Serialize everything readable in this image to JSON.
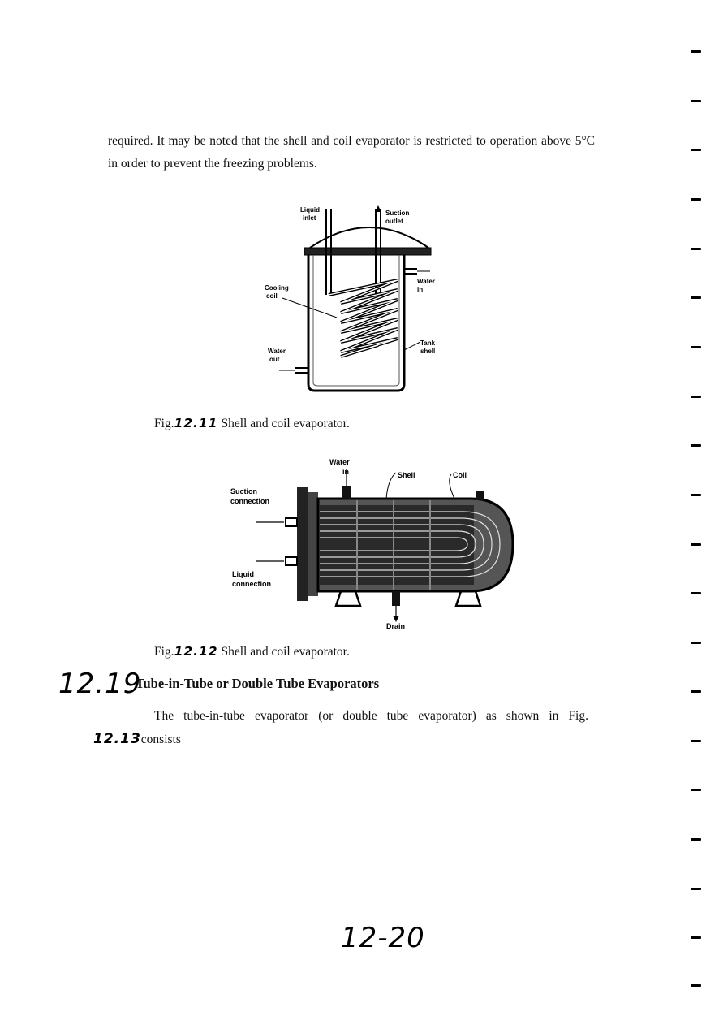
{
  "page": {
    "intro_paragraph": "required. It may be noted that the shell and coil evaporator is restricted to operation above 5°C in order to prevent the freezing problems.",
    "figure1": {
      "labels": {
        "liquid_inlet_line1": "Liquid",
        "liquid_inlet_line2": "inlet",
        "suction_outlet_line1": "Suction",
        "suction_outlet_line2": "outlet",
        "water_in_line1": "Water",
        "water_in_line2": "in",
        "cooling_coil_line1": "Cooling",
        "cooling_coil_line2": "coil",
        "tank_shell_line1": "Tank",
        "tank_shell_line2": "shell",
        "water_out_line1": "Water",
        "water_out_line2": "out"
      },
      "caption_prefix": "Fig.",
      "caption_number": "12.11",
      "caption_text": "Shell and coil evaporator."
    },
    "figure2": {
      "labels": {
        "water_in_line1": "Water",
        "water_in_line2": "in",
        "shell": "Shell",
        "coil": "Coil",
        "suction_connection_line1": "Suction",
        "suction_connection_line2": "connection",
        "liquid_connection_line1": "Liquid",
        "liquid_connection_line2": "connection",
        "drain": "Drain"
      },
      "caption_prefix": "Fig.",
      "caption_number": "12.12",
      "caption_text": "Shell and coil evaporator."
    },
    "section_number": "12.19",
    "section_title": "Tube-in-Tube or Double Tube Evaporators",
    "body_line1": "The tube-in-tube evaporator (or double tube evaporator) as shown in Fig.",
    "body_line2_ref": "12.13",
    "body_line2_text": "consists",
    "page_number": "12-20"
  }
}
